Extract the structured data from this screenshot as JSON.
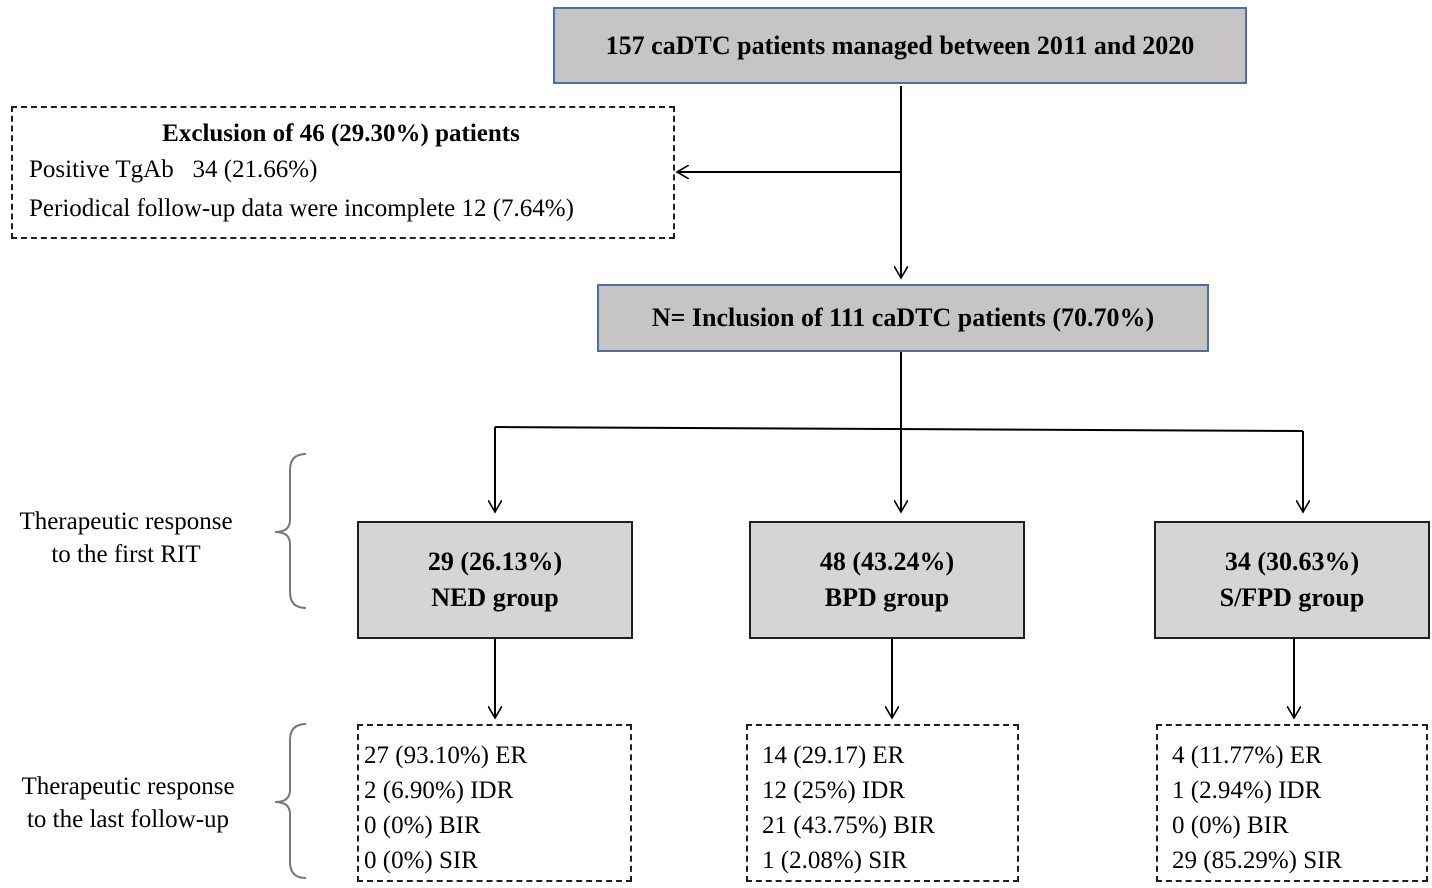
{
  "top_box": "157 caDTC patients managed between 2011 and 2020",
  "exclusion": {
    "title": "Exclusion of 46 (29.30%) patients",
    "lines": [
      "Positive TgAb   34 (21.66%)",
      "Periodical follow-up data were incomplete 12 (7.64%)"
    ]
  },
  "inclusion_box": "N= Inclusion of 111 caDTC patients (70.70%)",
  "side_labels": {
    "first_rit": [
      "Therapeutic response",
      "to the first RIT"
    ],
    "last_followup": [
      "Therapeutic response",
      "to the last follow-up"
    ]
  },
  "groups": [
    {
      "count": "29 (26.13%)",
      "name": "NED group",
      "outcomes": [
        "27 (93.10%) ER",
        "2 (6.90%) IDR",
        "0 (0%) BIR",
        "0 (0%) SIR"
      ]
    },
    {
      "count": "48 (43.24%)",
      "name": "BPD group",
      "outcomes": [
        "14 (29.17) ER",
        "12 (25%) IDR",
        "21 (43.75%) BIR",
        "1 (2.08%) SIR"
      ]
    },
    {
      "count": "34 (30.63%)",
      "name": "S/FPD group",
      "outcomes": [
        "4 (11.77%) ER",
        "1 (2.94%) IDR",
        "0 (0%) BIR",
        "29 (85.29%) SIR"
      ]
    }
  ]
}
